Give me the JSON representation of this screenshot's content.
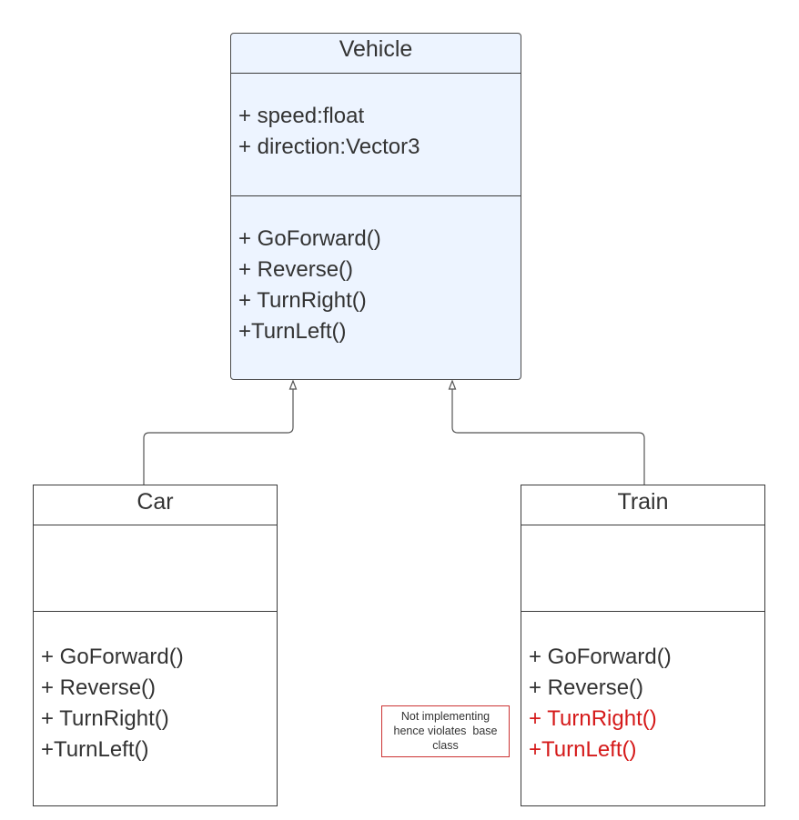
{
  "vehicle": {
    "name": "Vehicle",
    "attributes": [
      "+ speed:float",
      "+ direction:Vector3"
    ],
    "methods": [
      "+ GoForward()",
      "+ Reverse()",
      "+ TurnRight()",
      "+TurnLeft()"
    ]
  },
  "car": {
    "name": "Car",
    "methods": [
      "+ GoForward()",
      "+ Reverse()",
      "+ TurnRight()",
      "+TurnLeft()"
    ]
  },
  "train": {
    "name": "Train",
    "methods": [
      "+ GoForward()",
      "+ Reverse()",
      "+ TurnRight()",
      "+TurnLeft()"
    ],
    "unimplemented_methods": [
      "+ TurnRight()",
      "+TurnLeft()"
    ]
  },
  "note": {
    "lines": [
      "Not implementing",
      "hence violates  base",
      "class"
    ],
    "border_color": "#cc3333"
  },
  "colors": {
    "base_fill": "#edf4ff",
    "violation_text": "#d51a1a",
    "line": "#3a3a3a"
  },
  "relations": [
    {
      "type": "inheritance",
      "from": "Car",
      "to": "Vehicle"
    },
    {
      "type": "inheritance",
      "from": "Train",
      "to": "Vehicle"
    }
  ]
}
